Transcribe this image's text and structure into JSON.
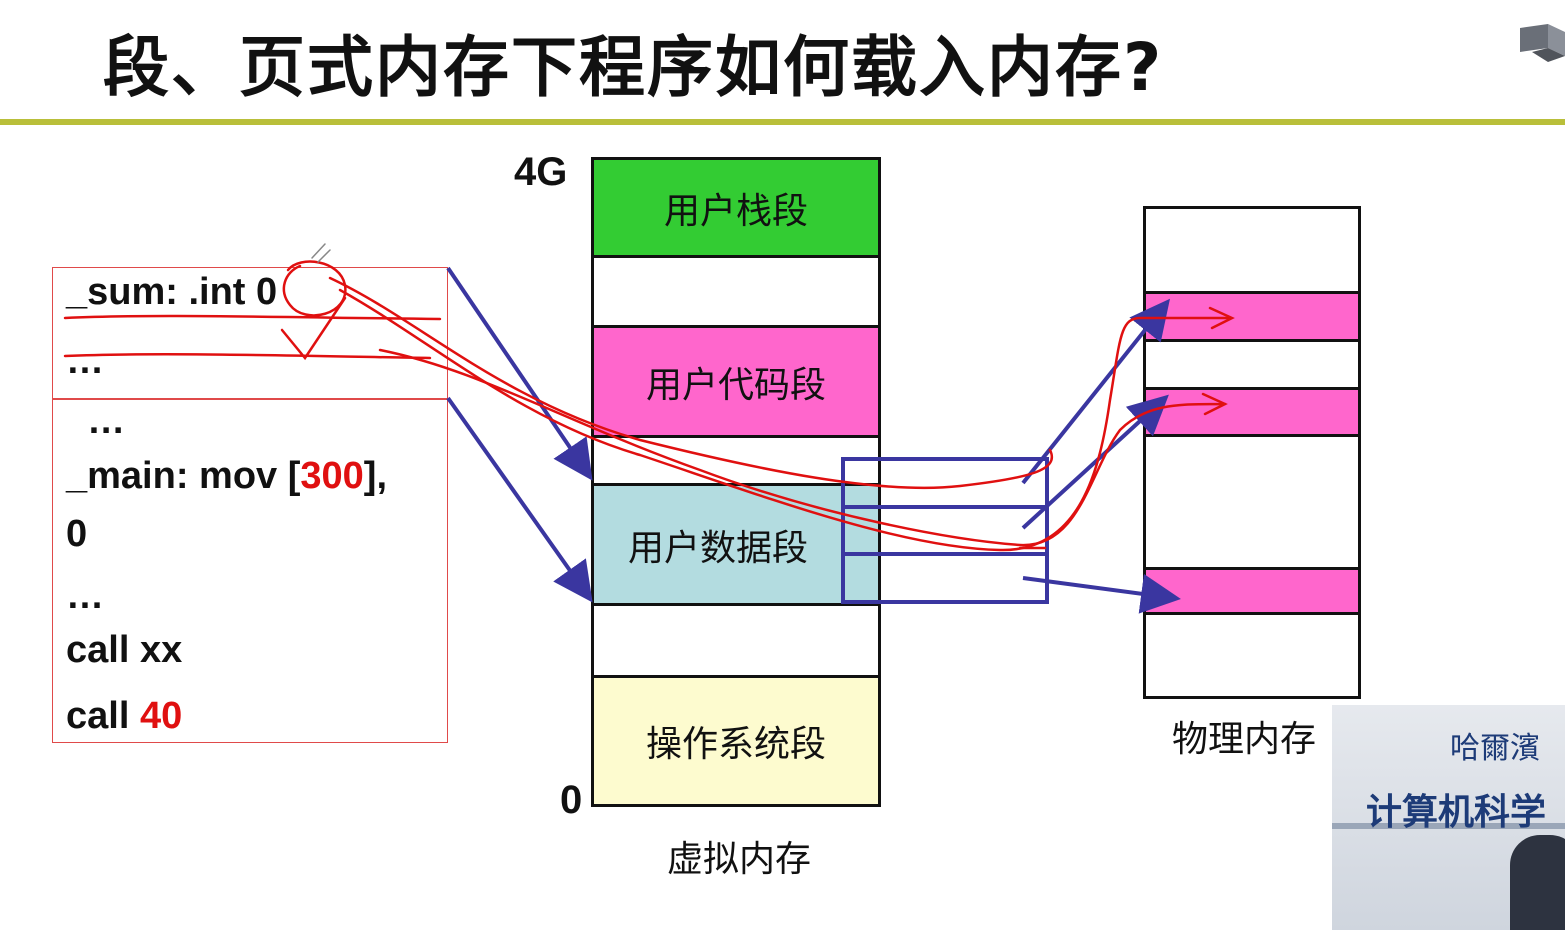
{
  "slide": {
    "title": "段、页式内存下程序如何载入内存?"
  },
  "program": {
    "lines": [
      {
        "text": "_sum:  .int ",
        "highlight": "0",
        "suffix": ""
      },
      {
        "text": "…",
        "highlight": "",
        "suffix": ""
      },
      {
        "text": "  …",
        "highlight": "",
        "suffix": ""
      },
      {
        "text": "_main: mov [",
        "highlight": "300",
        "suffix": "],"
      },
      {
        "text": "0",
        "highlight": "",
        "suffix": ""
      },
      {
        "text": "…",
        "highlight": "",
        "suffix": ""
      },
      {
        "text": "call xx",
        "highlight": "",
        "suffix": ""
      },
      {
        "text": "call ",
        "highlight": "40",
        "suffix": ""
      }
    ]
  },
  "virtual_memory": {
    "caption": "虚拟内存",
    "top_label": "4G",
    "bottom_label": "0",
    "segments": {
      "stack": "用户栈段",
      "code": "用户代码段",
      "data": "用户数据段",
      "os": "操作系统段"
    }
  },
  "physical_memory": {
    "caption": "物理内存"
  },
  "video": {
    "sign_top": "哈爾濱",
    "sign_main": "计算机科学"
  },
  "colors": {
    "stack": "#33cc33",
    "code": "#ff66cc",
    "data": "#b3dce0",
    "os": "#fdfbcf",
    "frame_used": "#ff66cc",
    "arrow": "#3a36a0",
    "annotation": "#e01010",
    "rule": "#b9bf3a"
  }
}
